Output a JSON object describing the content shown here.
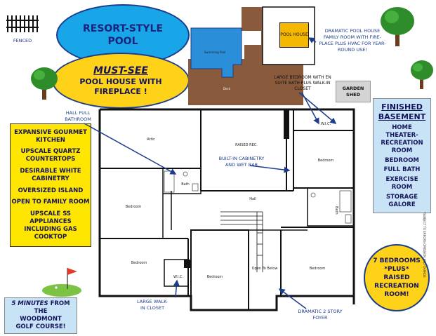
{
  "callouts": {
    "pool": {
      "line1": "RESORT-STYLE",
      "line2": "POOL"
    },
    "pool_house": {
      "must_see": "MUST-SEE",
      "line1": "POOL HOUSE WITH",
      "line2": "FIREPLACE !"
    },
    "fenced": "FENCED",
    "kitchen": [
      "EXPANSIVE GOURMET KITCHEN",
      "UPSCALE QUARTZ COUNTERTOPS",
      "DESIRABLE WHITE CABINETRY",
      "OVERSIZED ISLAND",
      "OPEN TO FAMILY ROOM",
      "UPSCALE SS APPLIANCES INCLUDING GAS COOKTOP"
    ],
    "basement": {
      "heading": "FINISHED BASEMENT",
      "items": [
        "HOME THEATER-RECREATION ROOM",
        "BEDROOM",
        "FULL BATH",
        "EXERCISE ROOM",
        "STORAGE GALORE"
      ]
    },
    "bedrooms": {
      "line1": "7 BEDROOMS",
      "line2": "*PLUS*",
      "line3": "RAISED",
      "line4": "RECREATION",
      "line5": "ROOM!"
    },
    "golf": {
      "line1": "5 MINUTES",
      "line1_prefix": "",
      "line2": "THE",
      "line3": "WOODMONT",
      "line4": "GOLF COURSE!",
      "from": "FROM"
    },
    "garden_shed": {
      "line1": "GARDEN",
      "line2": "SHED"
    },
    "dramatic_pool_house": "DRAMATIC POOL HOUSE FAMILY ROOM WITH FIRE-PLACE PLUS HVAC FOR YEAR-ROUND USE!",
    "large_bedroom": "LARGE BEDROOM WITH EN SUITE BATH PLUS WALK-IN CLOSET",
    "hall_full_bath": "HALL FULL BATHROOM",
    "built_in": "BUILT-IN CABINETRY AND WET BAR",
    "large_walkin": "LARGE WALK-IN CLOSET",
    "foyer": "DRAMATIC 2 STORY FOYER",
    "disclaimer": "*SUBJECT TO ERRORS OMISSION AND CHANGE"
  },
  "site_plan": {
    "pool_house_label": "POOL HOUSE",
    "pool_label": "Swimming Pool",
    "deck_label": "Deck"
  },
  "rooms": {
    "attic": "Attic",
    "raised_rec": "RAISED REC.",
    "hall": "Hall",
    "bedroom_ul": "Bedroom",
    "bedroom_r": "Bedroom",
    "bedroom_ll": "Bedroom",
    "bedroom_lc": "Bedroom",
    "bedroom_lr": "Bedroom",
    "bath_l": "Bath",
    "bath_r": "Bath",
    "wic_top": "W.I.C.",
    "wic_bottom": "W.I.C.",
    "open_to_below": "Open To Below"
  },
  "colors": {
    "pool_blue": "#18a6e8",
    "callout_yellow": "#ffd21a",
    "kitchen_yellow": "#ffe600",
    "basement_blue": "#c7e3f5",
    "navy": "#1c3c8c",
    "deck_brown": "#8a5a3c",
    "pool_house_orange": "#f5b800"
  }
}
